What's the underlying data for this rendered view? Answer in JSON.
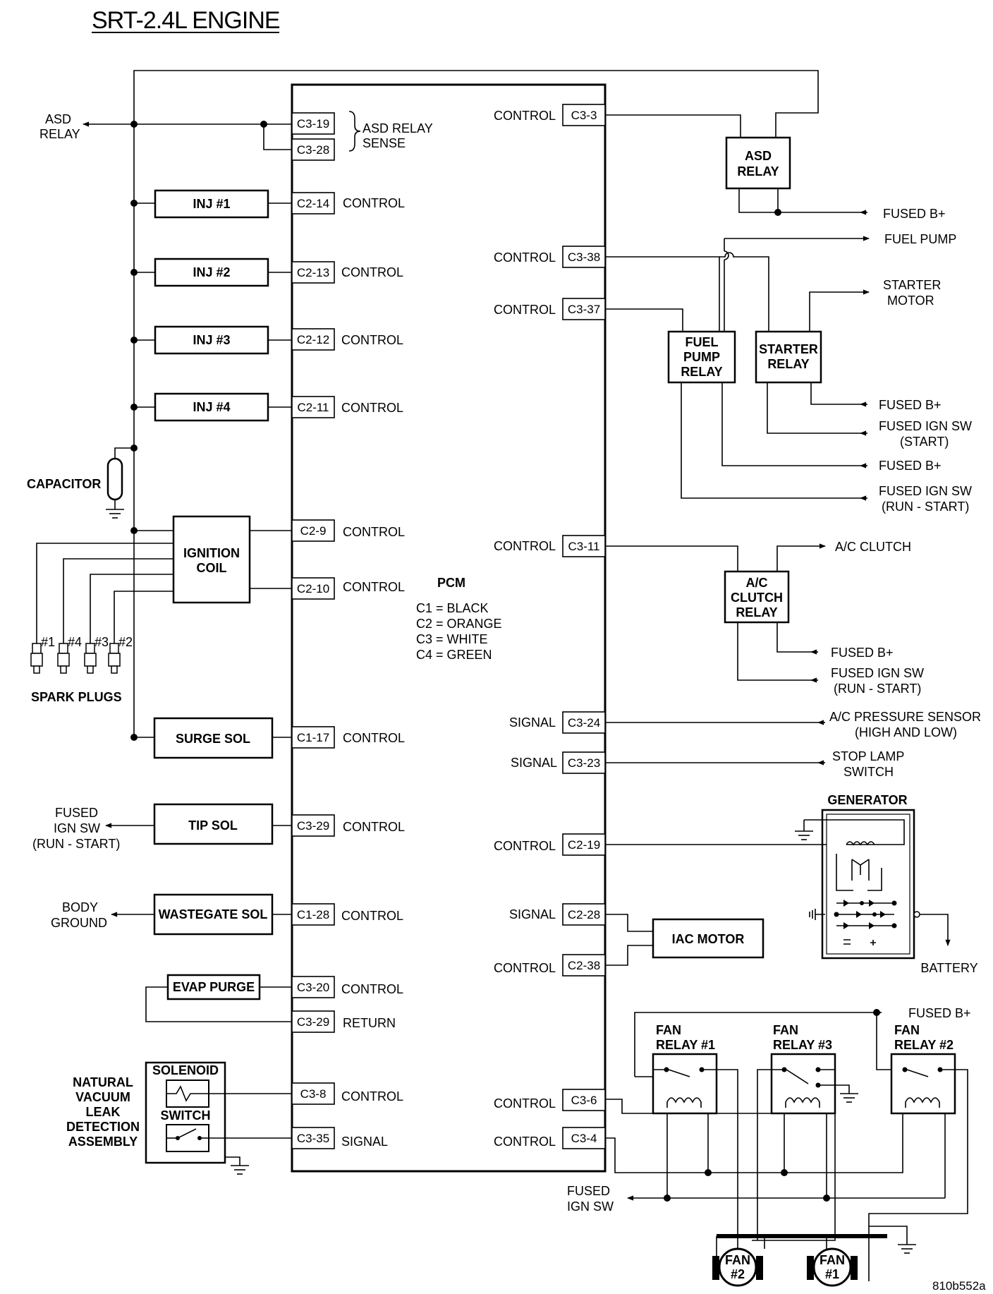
{
  "title": "SRT-2.4L ENGINE",
  "figure_id": "810b552a",
  "pcm": {
    "label": "PCM",
    "legend": [
      "C1 = BLACK",
      "C2 = ORANGE",
      "C3 = WHITE",
      "C4 = GREEN"
    ]
  },
  "common": {
    "control": "CONTROL",
    "signal": "SIGNAL",
    "return": "RETURN",
    "fused_b": "FUSED B+",
    "fused_ign_sw": "FUSED IGN SW",
    "run_start": "(RUN - START)",
    "start": "(START)"
  },
  "left": {
    "asd_relay_l1": "ASD",
    "asd_relay_l2": "RELAY",
    "asd_sense_l1": "ASD RELAY",
    "asd_sense_l2": "SENSE",
    "inj1": "INJ #1",
    "inj2": "INJ #2",
    "inj3": "INJ #3",
    "inj4": "INJ #4",
    "capacitor": "CAPACITOR",
    "ign_coil_l1": "IGNITION",
    "ign_coil_l2": "COIL",
    "plug1": "#1",
    "plug4": "#4",
    "plug3": "#3",
    "plug2": "#2",
    "spark_plugs": "SPARK PLUGS",
    "surge_sol": "SURGE SOL",
    "tip_sol": "TIP SOL",
    "wastegate_sol": "WASTEGATE SOL",
    "evap_purge": "EVAP PURGE",
    "fused_l1": "FUSED",
    "ign_sw_l2": "IGN SW",
    "body_l1": "BODY",
    "ground_l2": "GROUND",
    "solenoid": "SOLENOID",
    "switch": "SWITCH",
    "nvld_l1": "NATURAL",
    "nvld_l2": "VACUUM",
    "nvld_l3": "LEAK",
    "nvld_l4": "DETECTION",
    "nvld_l5": "ASSEMBLY"
  },
  "pins": {
    "c3_19": "C3-19",
    "c3_28": "C3-28",
    "c2_14": "C2-14",
    "c2_13": "C2-13",
    "c2_12": "C2-12",
    "c2_11": "C2-11",
    "c2_9": "C2-9",
    "c2_10": "C2-10",
    "c1_17": "C1-17",
    "c3_29a": "C3-29",
    "c1_28": "C1-28",
    "c3_20": "C3-20",
    "c3_29b": "C3-29",
    "c3_8": "C3-8",
    "c3_35": "C3-35",
    "c3_3": "C3-3",
    "c3_38": "C3-38",
    "c3_37": "C3-37",
    "c3_11": "C3-11",
    "c3_24": "C3-24",
    "c3_23": "C3-23",
    "c2_19": "C2-19",
    "c2_28": "C2-28",
    "c2_38": "C2-38",
    "c3_6": "C3-6",
    "c3_4": "C3-4"
  },
  "right": {
    "asd_l1": "ASD",
    "asd_l2": "RELAY",
    "fuel_pump": "FUEL PUMP",
    "starter_l1": "STARTER",
    "starter_l2": "MOTOR",
    "fpr_l1": "FUEL",
    "fpr_l2": "PUMP",
    "fpr_l3": "RELAY",
    "str_l1": "STARTER",
    "str_l2": "RELAY",
    "ac_clutch": "A/C CLUTCH",
    "acr_l1": "A/C",
    "acr_l2": "CLUTCH",
    "acr_l3": "RELAY",
    "ac_press_l1": "A/C PRESSURE SENSOR",
    "ac_press_l2": "(HIGH AND LOW)",
    "stop_l1": "STOP LAMP",
    "stop_l2": "SWITCH",
    "generator": "GENERATOR",
    "iac_motor": "IAC MOTOR",
    "battery": "BATTERY",
    "fan1_l1": "FAN",
    "fan1_l2": "RELAY #1",
    "fan3_l1": "FAN",
    "fan3_l2": "RELAY #3",
    "fan2_l1": "FAN",
    "fan2_l2": "RELAY #2",
    "fan_ign_l1": "FUSED",
    "fan_ign_l2": "IGN SW",
    "fanm2_l1": "FAN",
    "fanm2_l2": "#2",
    "fanm1_l1": "FAN",
    "fanm1_l2": "#1"
  }
}
